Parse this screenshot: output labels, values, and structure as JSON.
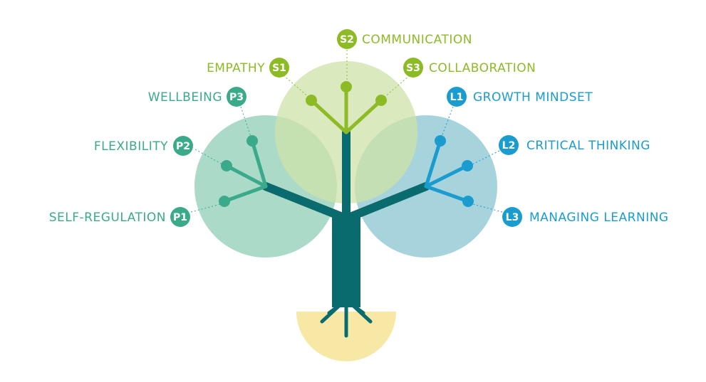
{
  "colors": {
    "personal": "#3aaa8a",
    "social": "#8dbb26",
    "learning": "#1a9ccf",
    "trunk": "#0a6b6e",
    "roots_ground": "#f8e8a6",
    "personal_circle": "#9dd3c0",
    "social_circle": "#cfe3a8",
    "learning_circle": "#98ccd6"
  },
  "personal": {
    "items": [
      {
        "code": "P1",
        "label": "SELF-REGULATION"
      },
      {
        "code": "P2",
        "label": "FLEXIBILITY"
      },
      {
        "code": "P3",
        "label": "WELLBEING"
      }
    ]
  },
  "social": {
    "items": [
      {
        "code": "S1",
        "label": "EMPATHY"
      },
      {
        "code": "S2",
        "label": "COMMUNICATION"
      },
      {
        "code": "S3",
        "label": "COLLABORATION"
      }
    ]
  },
  "learning": {
    "items": [
      {
        "code": "L1",
        "label": "GROWTH MINDSET"
      },
      {
        "code": "L2",
        "label": "CRITICAL THINKING"
      },
      {
        "code": "L3",
        "label": "MANAGING LEARNING"
      }
    ]
  }
}
